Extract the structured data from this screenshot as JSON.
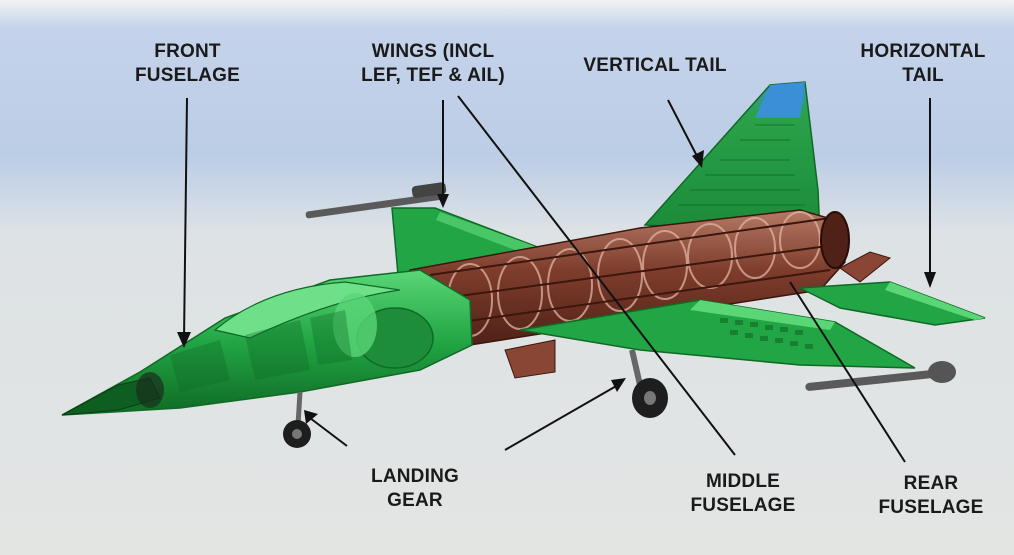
{
  "labels": {
    "front_fuselage": [
      "FRONT",
      "FUSELAGE"
    ],
    "wings": [
      "WINGS (INCL",
      "LEF, TEF & AIL)"
    ],
    "vertical_tail": [
      "VERTICAL TAIL"
    ],
    "horizontal_tail": [
      "HORIZONTAL",
      "TAIL"
    ],
    "landing_gear": [
      "LANDING",
      "GEAR"
    ],
    "middle_fuselage": [
      "MIDDLE",
      "FUSELAGE"
    ],
    "rear_fuselage": [
      "REAR",
      "FUSELAGE"
    ]
  },
  "colors": {
    "sky_top": "#b9cbe6",
    "sky_bottom": "#dfe3e4",
    "ground": "#e2e4e2",
    "airframe_green": "#27b04a",
    "airframe_dark_green": "#147a2c",
    "airframe_light_green": "#6fe08a",
    "structure_brown": "#7a3a2a",
    "structure_light": "#b0705a",
    "tail_tip_blue": "#3a8fd6",
    "leader_line": "#111111"
  }
}
